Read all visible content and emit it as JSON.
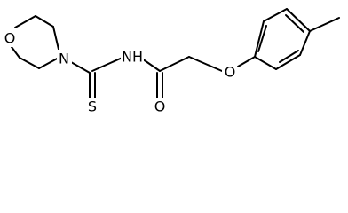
{
  "molecule": {
    "atoms": {
      "ring_oxygen": "O",
      "morpholine_nitrogen": "N",
      "thioamide_nh": "NH",
      "thione_sulfur": "S",
      "carbonyl_oxygen": "O",
      "ether_oxygen": "O"
    }
  }
}
